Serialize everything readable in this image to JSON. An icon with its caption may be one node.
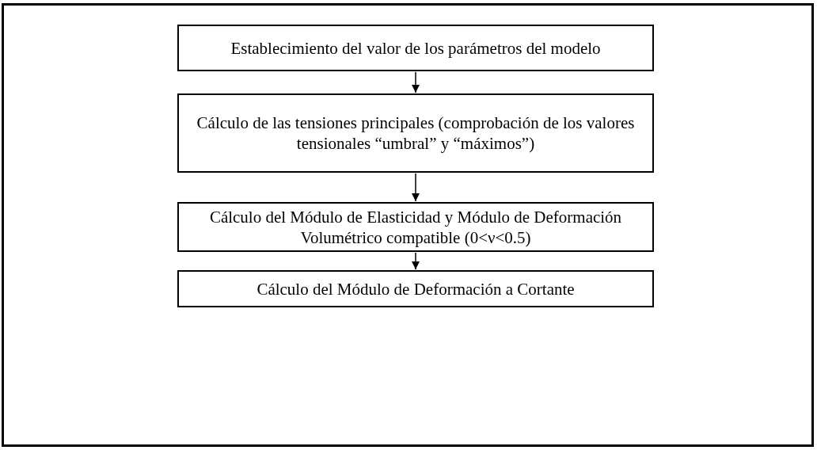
{
  "diagram": {
    "nodes": [
      {
        "text": [
          "Establecimiento del valor de los parámetros del modelo"
        ]
      },
      {
        "text": [
          "Cálculo de las tensiones principales (comprobación de los valores tensionales “umbral” y “máximos”)"
        ]
      },
      {
        "text": [
          "Cálculo del Módulo de Elasticidad y Módulo de Deformación Volumétrico compatible (0<ν<0.5)"
        ]
      },
      {
        "text": [
          "Cálculo del Módulo de Deformación a Cortante"
        ]
      }
    ],
    "edges": [
      {
        "from": 0,
        "to": 1,
        "arrow": "to"
      },
      {
        "from": 1,
        "to": 2,
        "arrow": "to"
      },
      {
        "from": 2,
        "to": 3,
        "arrow": "to"
      }
    ]
  }
}
